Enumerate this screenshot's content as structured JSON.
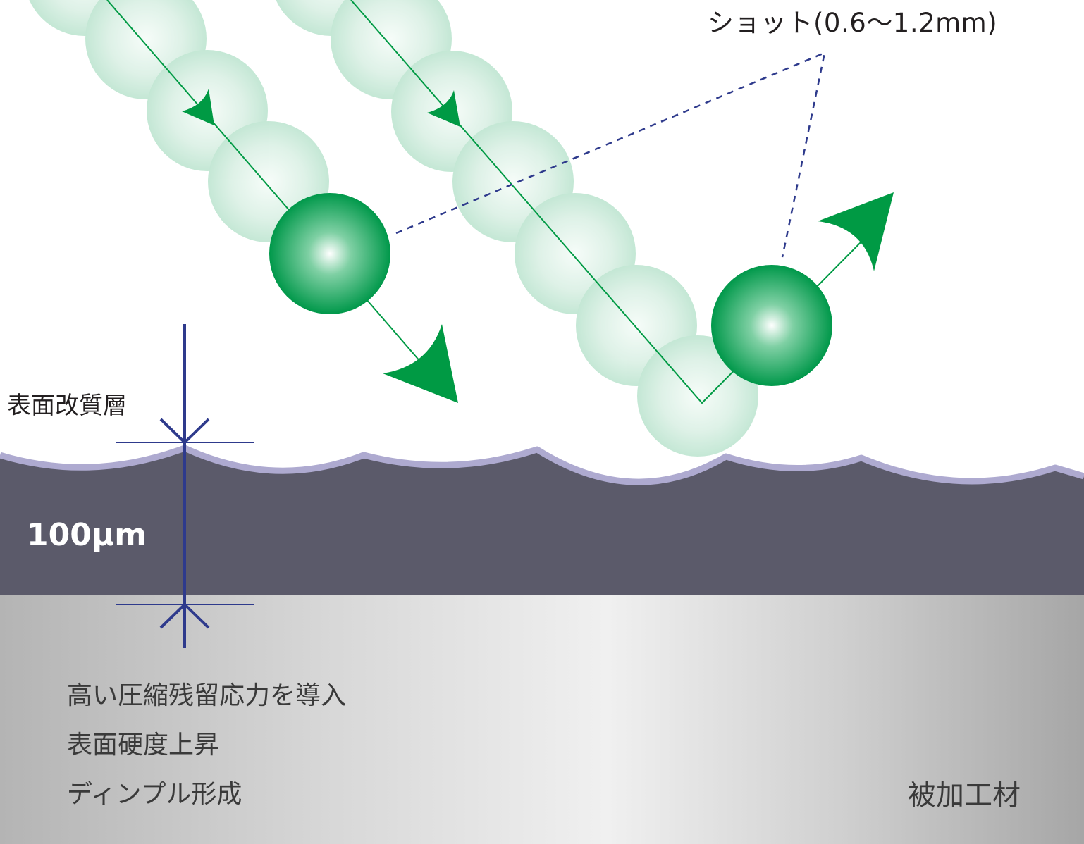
{
  "shot_label": "ショット(0.6〜1.2mm)",
  "modified_layer_label": "表面改質層",
  "depth_label": "100µm",
  "effects": [
    "高い圧縮残留応力を導入",
    "表面硬度上昇",
    "ディンプル形成"
  ],
  "workpiece_label": "被加工材",
  "colors": {
    "shot_green": "#009a44",
    "trail_green": "#8fd4b0",
    "modified_layer": "#5b5a6a",
    "layer_edge": "#aeaad0",
    "dimension_navy": "#2e3a8c",
    "workpiece_light": "#eeeeee",
    "workpiece_dark": "#a8a8a8"
  }
}
